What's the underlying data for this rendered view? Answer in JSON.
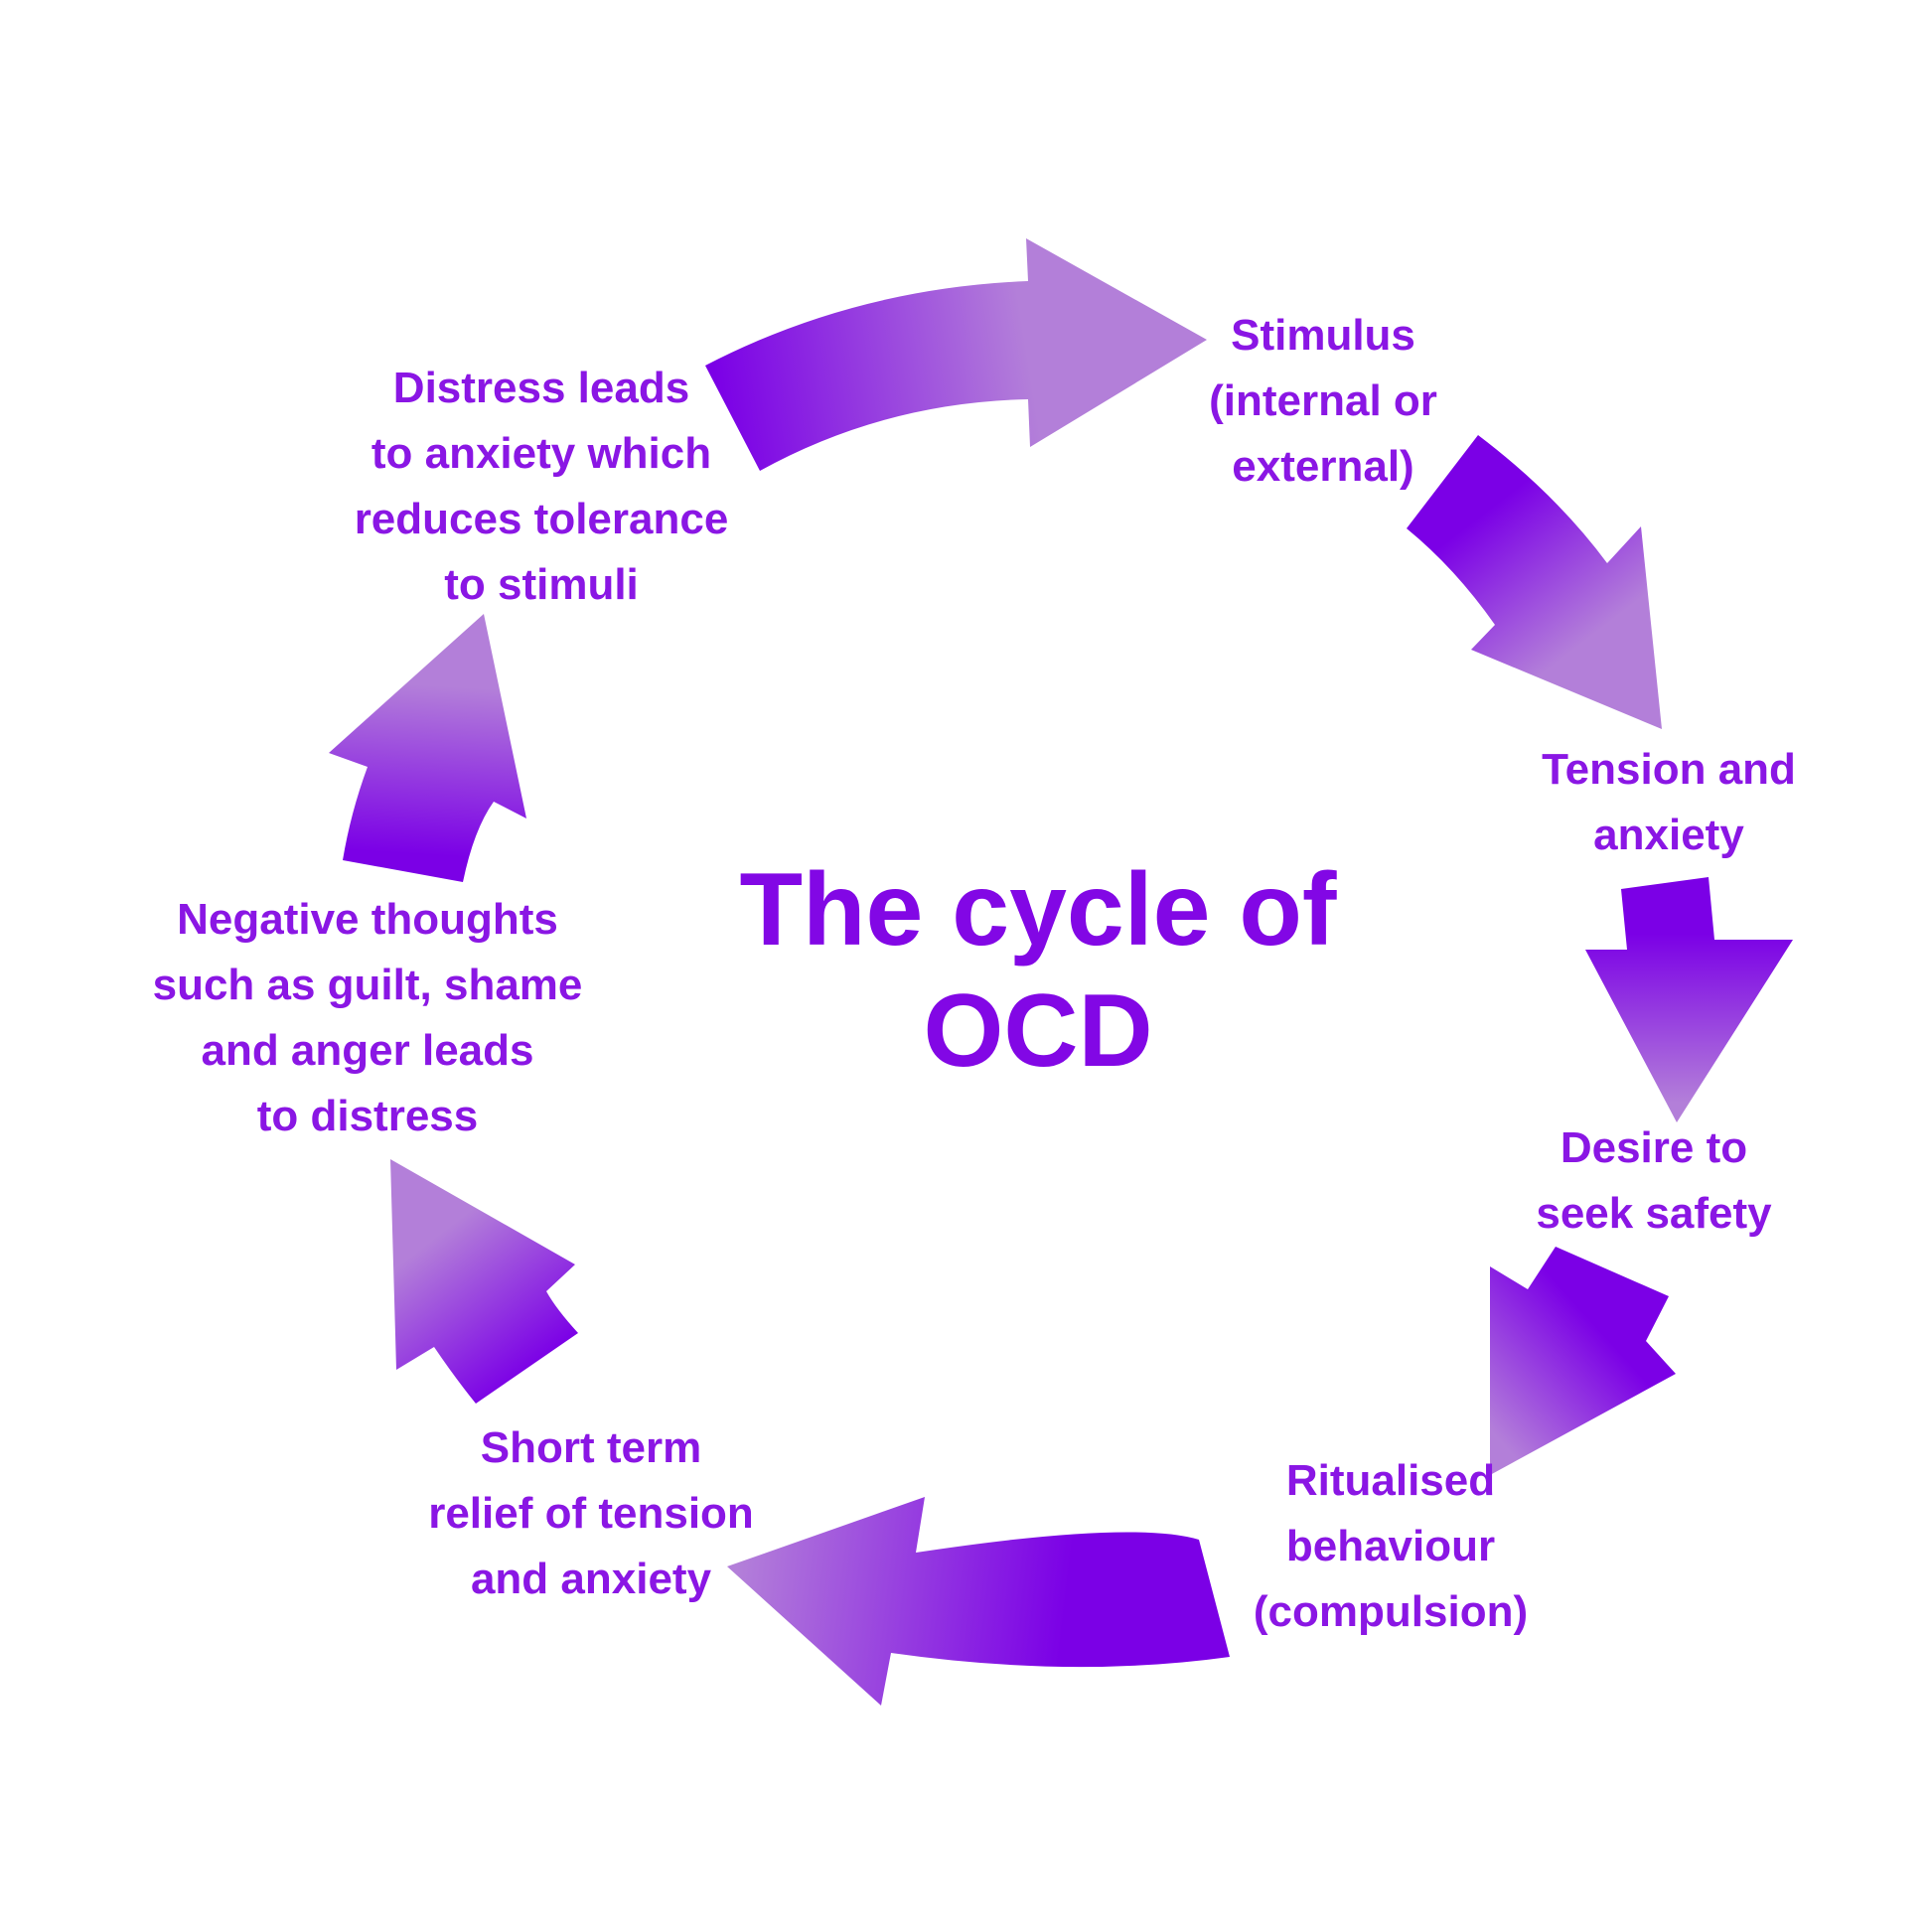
{
  "title": [
    "The cycle of",
    "OCD"
  ],
  "stages": [
    {
      "id": "stimulus",
      "lines": [
        "Stimulus",
        "(internal or",
        "external)"
      ]
    },
    {
      "id": "tension",
      "lines": [
        "Tension and",
        "anxiety"
      ]
    },
    {
      "id": "desire",
      "lines": [
        "Desire to",
        "seek safety"
      ]
    },
    {
      "id": "ritual",
      "lines": [
        "Ritualised",
        "behaviour",
        "(compulsion)"
      ]
    },
    {
      "id": "relief",
      "lines": [
        "Short term",
        "relief of tension",
        "and anxiety"
      ]
    },
    {
      "id": "negative",
      "lines": [
        "Negative thoughts",
        "such as guilt, shame",
        "and anger leads",
        "to distress"
      ]
    },
    {
      "id": "distress",
      "lines": [
        "Distress leads",
        "to anxiety which",
        "reduces tolerance",
        "to stimuli"
      ]
    }
  ],
  "colors": {
    "dark": "#7b00e6",
    "light": "#b37fd9",
    "text": "#8a16e4"
  }
}
